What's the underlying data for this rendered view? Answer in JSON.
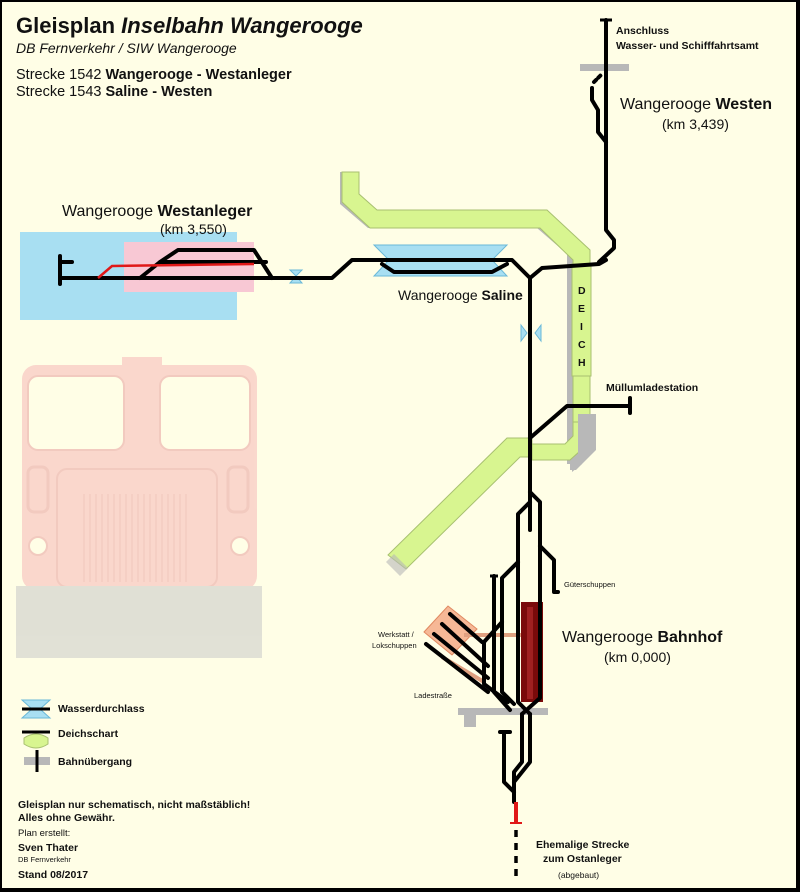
{
  "title": {
    "main": "Gleisplan ",
    "main_italic": "Inselbahn Wangerooge",
    "subtitle": "DB Fernverkehr / SIW Wangerooge",
    "line1_prefix": "Strecke 1542 ",
    "line1_bold": "Wangerooge - Westanleger",
    "line2_prefix": "Strecke 1543 ",
    "line2_bold": "Saline - Westen"
  },
  "stations": {
    "westen": {
      "prefix": "Wangerooge ",
      "name": "Westen",
      "km": "(km 3,439)"
    },
    "westanleger": {
      "prefix": "Wangerooge ",
      "name": "Westanleger",
      "km": "(km 3,550)"
    },
    "saline": {
      "prefix": "Wangerooge ",
      "name": "Saline"
    },
    "bahnhof": {
      "prefix": "Wangerooge ",
      "name": "Bahnhof",
      "km": "(km 0,000)"
    }
  },
  "labels": {
    "anschluss_1": "Anschluss",
    "anschluss_2": "Wasser- und Schifffahrtsamt",
    "deich": [
      "D",
      "E",
      "I",
      "C",
      "H"
    ],
    "muellumladestation": "Müllumladestation",
    "gueterschuppen": "Güterschuppen",
    "werkstatt_1": "Werkstatt /",
    "werkstatt_2": "Lokschuppen",
    "ladestrasse": "Ladestraße",
    "ostanleger_1": "Ehemalige Strecke",
    "ostanleger_2": "zum Ostanleger",
    "abgebaut": "(abgebaut)"
  },
  "legend": {
    "wasserdurchlass": "Wasserdurchlass",
    "deichschart": "Deichschart",
    "bahnuebergang": "Bahnübergang"
  },
  "notes": {
    "line1": "Gleisplan nur schematisch, nicht maßstäblich!",
    "line2": "Alles ohne Gewähr.",
    "created_label": "Plan erstellt:",
    "author": "Sven Thater",
    "org": "DB Fernverkehr",
    "stand": "Stand 08/2017"
  },
  "colors": {
    "background": "#fffee6",
    "frame": "#000000",
    "track": "#000000",
    "water": "#a8dff2",
    "pier_pink": "#f8c8d4",
    "dike_green": "#d8f590",
    "dike_gray": "#b8b8b8",
    "platform_red": "#7a0a0a",
    "workshop": "#f6b896",
    "abandoned_track_red": "#e01818",
    "locomotive_faded": "#f6b8b8"
  }
}
